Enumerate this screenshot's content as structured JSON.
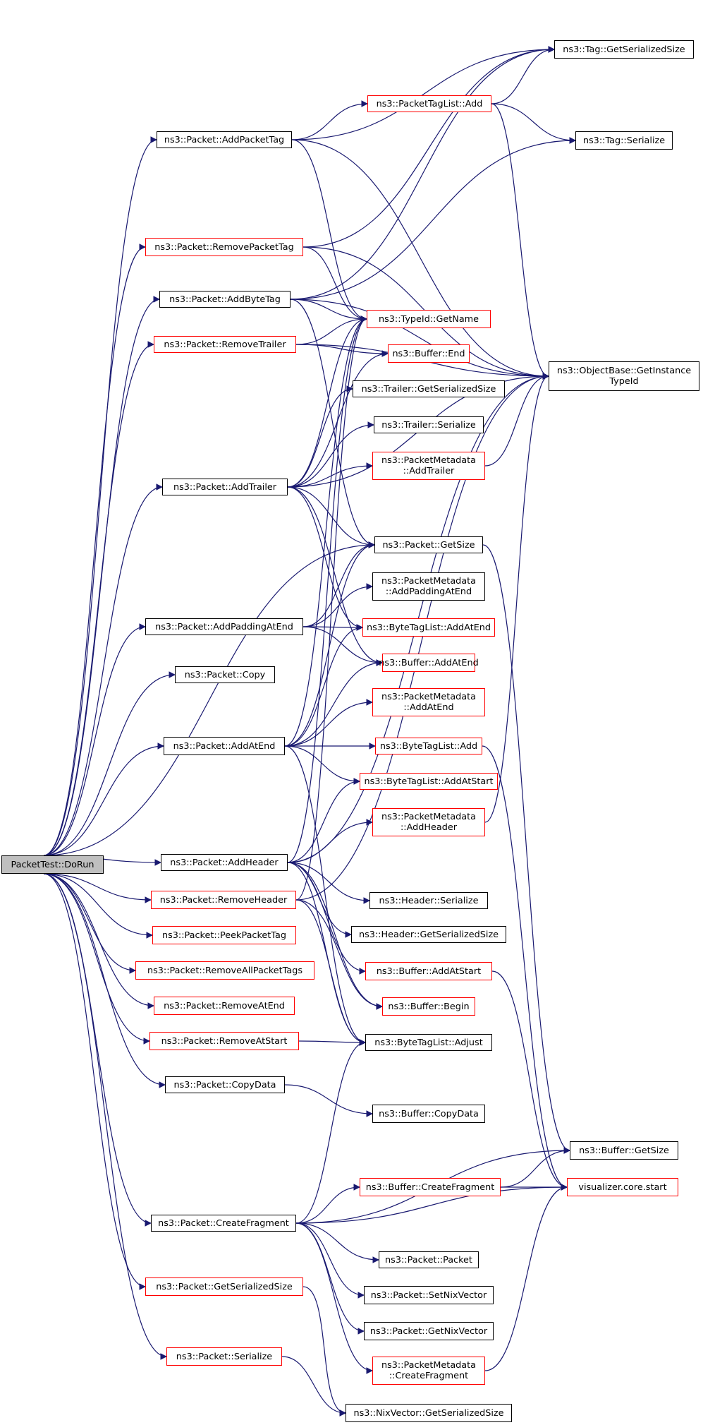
{
  "diagram": {
    "edge_color": "#191970",
    "link_border_color": "#ff0000",
    "root_fill": "#bfbfbf",
    "nodes": [
      {
        "id": "dorun",
        "label": "PacketTest::DoRun",
        "style": "root"
      },
      {
        "id": "addpackettag",
        "label": "ns3::Packet::AddPacketTag",
        "style": "normal"
      },
      {
        "id": "removepackettag",
        "label": "ns3::Packet::RemovePacketTag",
        "style": "red"
      },
      {
        "id": "addbytetag",
        "label": "ns3::Packet::AddByteTag",
        "style": "normal"
      },
      {
        "id": "removetrailer",
        "label": "ns3::Packet::RemoveTrailer",
        "style": "red"
      },
      {
        "id": "addtrailer",
        "label": "ns3::Packet::AddTrailer",
        "style": "normal"
      },
      {
        "id": "addpaddingatend",
        "label": "ns3::Packet::AddPaddingAtEnd",
        "style": "normal"
      },
      {
        "id": "copy",
        "label": "ns3::Packet::Copy",
        "style": "normal"
      },
      {
        "id": "addatend",
        "label": "ns3::Packet::AddAtEnd",
        "style": "normal"
      },
      {
        "id": "addheader",
        "label": "ns3::Packet::AddHeader",
        "style": "normal"
      },
      {
        "id": "removeheader",
        "label": "ns3::Packet::RemoveHeader",
        "style": "red"
      },
      {
        "id": "peekpackettag",
        "label": "ns3::Packet::PeekPacketTag",
        "style": "red"
      },
      {
        "id": "removeallpackettags",
        "label": "ns3::Packet::RemoveAllPacketTags",
        "style": "red"
      },
      {
        "id": "removeatend",
        "label": "ns3::Packet::RemoveAtEnd",
        "style": "red"
      },
      {
        "id": "removeatstart",
        "label": "ns3::Packet::RemoveAtStart",
        "style": "red"
      },
      {
        "id": "copydata",
        "label": "ns3::Packet::CopyData",
        "style": "normal"
      },
      {
        "id": "createfragment",
        "label": "ns3::Packet::CreateFragment",
        "style": "normal"
      },
      {
        "id": "getserializedsize",
        "label": "ns3::Packet::GetSerializedSize",
        "style": "red"
      },
      {
        "id": "serialize",
        "label": "ns3::Packet::Serialize",
        "style": "red"
      },
      {
        "id": "packettaglistadd",
        "label": "ns3::PacketTagList::Add",
        "style": "red"
      },
      {
        "id": "typeidgetname",
        "label": "ns3::TypeId::GetName",
        "style": "red"
      },
      {
        "id": "bufferend",
        "label": "ns3::Buffer::End",
        "style": "red"
      },
      {
        "id": "trailergetserializedsize",
        "label": "ns3::Trailer::GetSerializedSize",
        "style": "normal"
      },
      {
        "id": "trailerserialize",
        "label": "ns3::Trailer::Serialize",
        "style": "normal"
      },
      {
        "id": "pmaddtrailer",
        "label": "ns3::PacketMetadata\n::AddTrailer",
        "style": "red"
      },
      {
        "id": "packetgetsize",
        "label": "ns3::Packet::GetSize",
        "style": "normal"
      },
      {
        "id": "pmaddpaddingatend",
        "label": "ns3::PacketMetadata\n::AddPaddingAtEnd",
        "style": "normal"
      },
      {
        "id": "btladdatend",
        "label": "ns3::ByteTagList::AddAtEnd",
        "style": "red"
      },
      {
        "id": "bufferaddatend",
        "label": "ns3::Buffer::AddAtEnd",
        "style": "red"
      },
      {
        "id": "pmaddatend",
        "label": "ns3::PacketMetadata\n::AddAtEnd",
        "style": "red"
      },
      {
        "id": "btladd",
        "label": "ns3::ByteTagList::Add",
        "style": "red"
      },
      {
        "id": "btladdatstart",
        "label": "ns3::ByteTagList::AddAtStart",
        "style": "red"
      },
      {
        "id": "pmaddheader",
        "label": "ns3::PacketMetadata\n::AddHeader",
        "style": "red"
      },
      {
        "id": "headerserialize",
        "label": "ns3::Header::Serialize",
        "style": "normal"
      },
      {
        "id": "headergetserializedsize",
        "label": "ns3::Header::GetSerializedSize",
        "style": "normal"
      },
      {
        "id": "bufferaddatstart",
        "label": "ns3::Buffer::AddAtStart",
        "style": "red"
      },
      {
        "id": "bufferbegin",
        "label": "ns3::Buffer::Begin",
        "style": "red"
      },
      {
        "id": "btladjust",
        "label": "ns3::ByteTagList::Adjust",
        "style": "normal"
      },
      {
        "id": "buffercopydata",
        "label": "ns3::Buffer::CopyData",
        "style": "normal"
      },
      {
        "id": "buffercreatefragment",
        "label": "ns3::Buffer::CreateFragment",
        "style": "red"
      },
      {
        "id": "packetpacket",
        "label": "ns3::Packet::Packet",
        "style": "normal"
      },
      {
        "id": "setnixvector",
        "label": "ns3::Packet::SetNixVector",
        "style": "normal"
      },
      {
        "id": "getnixvector",
        "label": "ns3::Packet::GetNixVector",
        "style": "normal"
      },
      {
        "id": "pmcreatefragment",
        "label": "ns3::PacketMetadata\n::CreateFragment",
        "style": "red"
      },
      {
        "id": "nixgetserializedsize",
        "label": "ns3::NixVector::GetSerializedSize",
        "style": "normal"
      },
      {
        "id": "taggetserializedsize",
        "label": "ns3::Tag::GetSerializedSize",
        "style": "normal"
      },
      {
        "id": "tagserialize",
        "label": "ns3::Tag::Serialize",
        "style": "normal"
      },
      {
        "id": "objectbase",
        "label": "ns3::ObjectBase::GetInstance\nTypeId",
        "style": "normal"
      },
      {
        "id": "buffergetsize",
        "label": "ns3::Buffer::GetSize",
        "style": "normal"
      },
      {
        "id": "vizstart",
        "label": "visualizer.core.start",
        "style": "red"
      }
    ],
    "edges": [
      [
        "dorun",
        "addpackettag"
      ],
      [
        "dorun",
        "removepackettag"
      ],
      [
        "dorun",
        "addbytetag"
      ],
      [
        "dorun",
        "removetrailer"
      ],
      [
        "dorun",
        "addtrailer"
      ],
      [
        "dorun",
        "addpaddingatend"
      ],
      [
        "dorun",
        "copy"
      ],
      [
        "dorun",
        "addatend"
      ],
      [
        "dorun",
        "packetgetsize"
      ],
      [
        "dorun",
        "addheader"
      ],
      [
        "dorun",
        "removeheader"
      ],
      [
        "dorun",
        "peekpackettag"
      ],
      [
        "dorun",
        "removeallpackettags"
      ],
      [
        "dorun",
        "removeatend"
      ],
      [
        "dorun",
        "removeatstart"
      ],
      [
        "dorun",
        "copydata"
      ],
      [
        "dorun",
        "createfragment"
      ],
      [
        "dorun",
        "getserializedsize"
      ],
      [
        "dorun",
        "serialize"
      ],
      [
        "addpackettag",
        "taggetserializedsize"
      ],
      [
        "addpackettag",
        "packettaglistadd"
      ],
      [
        "addpackettag",
        "typeidgetname"
      ],
      [
        "addpackettag",
        "objectbase"
      ],
      [
        "removepackettag",
        "taggetserializedsize"
      ],
      [
        "removepackettag",
        "typeidgetname"
      ],
      [
        "removepackettag",
        "objectbase"
      ],
      [
        "addbytetag",
        "taggetserializedsize"
      ],
      [
        "addbytetag",
        "tagserialize"
      ],
      [
        "addbytetag",
        "typeidgetname"
      ],
      [
        "addbytetag",
        "objectbase"
      ],
      [
        "addbytetag",
        "packetgetsize"
      ],
      [
        "removetrailer",
        "bufferend"
      ],
      [
        "removetrailer",
        "typeidgetname"
      ],
      [
        "removetrailer",
        "objectbase"
      ],
      [
        "addtrailer",
        "typeidgetname"
      ],
      [
        "addtrailer",
        "bufferend"
      ],
      [
        "addtrailer",
        "trailergetserializedsize"
      ],
      [
        "addtrailer",
        "trailerserialize"
      ],
      [
        "addtrailer",
        "pmaddtrailer"
      ],
      [
        "addtrailer",
        "packetgetsize"
      ],
      [
        "addtrailer",
        "objectbase"
      ],
      [
        "addtrailer",
        "btladdatend"
      ],
      [
        "addtrailer",
        "bufferaddatend"
      ],
      [
        "addpaddingatend",
        "packetgetsize"
      ],
      [
        "addpaddingatend",
        "pmaddpaddingatend"
      ],
      [
        "addpaddingatend",
        "btladdatend"
      ],
      [
        "addpaddingatend",
        "bufferaddatend"
      ],
      [
        "addatend",
        "packetgetsize"
      ],
      [
        "addatend",
        "btladdatend"
      ],
      [
        "addatend",
        "bufferaddatend"
      ],
      [
        "addatend",
        "pmaddatend"
      ],
      [
        "addatend",
        "btladd"
      ],
      [
        "addatend",
        "btladdatstart"
      ],
      [
        "addatend",
        "btladjust"
      ],
      [
        "addatend",
        "typeidgetname"
      ],
      [
        "addheader",
        "typeidgetname"
      ],
      [
        "addheader",
        "btladdatstart"
      ],
      [
        "addheader",
        "pmaddheader"
      ],
      [
        "addheader",
        "objectbase"
      ],
      [
        "addheader",
        "headerserialize"
      ],
      [
        "addheader",
        "headergetserializedsize"
      ],
      [
        "addheader",
        "bufferaddatstart"
      ],
      [
        "addheader",
        "bufferbegin"
      ],
      [
        "addheader",
        "btladjust"
      ],
      [
        "removeheader",
        "typeidgetname"
      ],
      [
        "removeheader",
        "objectbase"
      ],
      [
        "removeheader",
        "bufferbegin"
      ],
      [
        "removeheader",
        "btladjust"
      ],
      [
        "removeatstart",
        "btladjust"
      ],
      [
        "copydata",
        "buffercopydata"
      ],
      [
        "createfragment",
        "btladjust"
      ],
      [
        "createfragment",
        "buffergetsize"
      ],
      [
        "createfragment",
        "buffercreatefragment"
      ],
      [
        "createfragment",
        "vizstart"
      ],
      [
        "createfragment",
        "packetpacket"
      ],
      [
        "createfragment",
        "setnixvector"
      ],
      [
        "createfragment",
        "getnixvector"
      ],
      [
        "createfragment",
        "pmcreatefragment"
      ],
      [
        "getserializedsize",
        "nixgetserializedsize"
      ],
      [
        "serialize",
        "nixgetserializedsize"
      ],
      [
        "packettaglistadd",
        "taggetserializedsize"
      ],
      [
        "packettaglistadd",
        "tagserialize"
      ],
      [
        "packettaglistadd",
        "objectbase"
      ],
      [
        "pmaddtrailer",
        "objectbase"
      ],
      [
        "pmaddheader",
        "objectbase"
      ],
      [
        "packetgetsize",
        "buffergetsize"
      ],
      [
        "btladd",
        "vizstart"
      ],
      [
        "bufferaddatstart",
        "vizstart"
      ],
      [
        "buffercreatefragment",
        "buffergetsize"
      ],
      [
        "buffercreatefragment",
        "vizstart"
      ],
      [
        "pmcreatefragment",
        "vizstart"
      ]
    ]
  }
}
